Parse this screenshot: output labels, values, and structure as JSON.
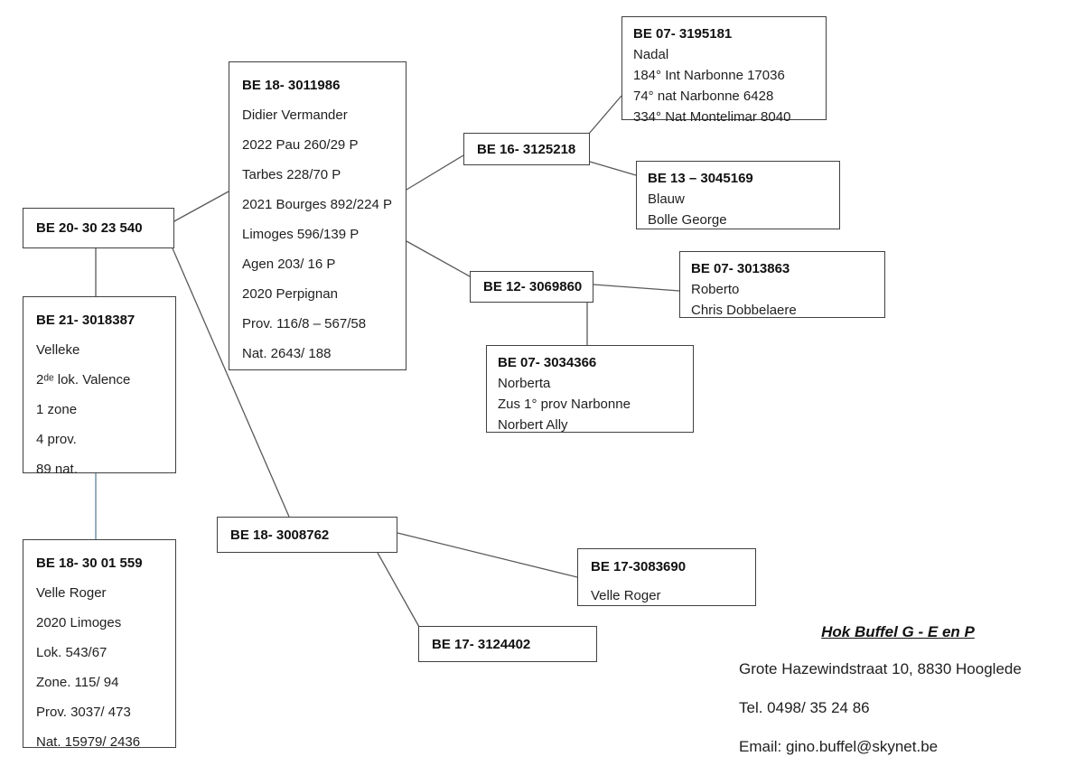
{
  "palette": {
    "box_border": "#404040",
    "connector": "#595959",
    "connector_alt": "#7d9bac",
    "text": "#1a1a1a"
  },
  "boxes": {
    "be20": {
      "title": "BE 20- 30 23 540"
    },
    "be21": {
      "title": "BE 21- 3018387",
      "lines": [
        "Velleke",
        "2ᵈᵉ lok. Valence",
        "1 zone",
        "4 prov.",
        "89 nat."
      ]
    },
    "be18_left": {
      "title": "BE 18- 30 01 559",
      "lines": [
        "Velle Roger",
        "2020 Limoges",
        "Lok. 543/67",
        "Zone. 115/ 94",
        "Prov. 3037/ 473",
        "Nat. 15979/ 2436"
      ]
    },
    "be18_mid": {
      "title": "BE 18- 3011986",
      "lines": [
        "Didier Vermander",
        "2022 Pau 260/29 P",
        "Tarbes 228/70 P",
        "2021 Bourges 892/224 P",
        "Limoges 596/139 P",
        "Agen 203/ 16 P",
        "2020 Perpignan",
        "Prov. 116/8 – 567/58",
        "Nat. 2643/ 188"
      ]
    },
    "be16": {
      "title": "BE 16- 3125218"
    },
    "be07_nadal": {
      "title": "BE 07- 3195181",
      "lines": [
        "Nadal",
        "184° Int Narbonne 17036",
        "74° nat Narbonne 6428",
        "334° Nat Montelimar 8040"
      ]
    },
    "be13": {
      "title": "BE 13 – 3045169",
      "lines": [
        "Blauw",
        "Bolle George"
      ]
    },
    "be12": {
      "title": "BE 12- 3069860"
    },
    "be07_roberto": {
      "title": "BE 07- 3013863",
      "lines": [
        "Roberto",
        "Chris Dobbelaere"
      ]
    },
    "be07_norberta": {
      "title": "BE 07- 3034366",
      "lines": [
        "Norberta",
        "Zus 1° prov Narbonne",
        "Norbert Ally"
      ]
    },
    "be18_3008762": {
      "title": "BE 18- 3008762"
    },
    "be17_3083690": {
      "title": "BE 17-3083690",
      "lines": [
        "Velle Roger"
      ]
    },
    "be17_3124402": {
      "title": "BE 17- 3124402"
    }
  },
  "footer": {
    "title": "Hok Buffel G - E en P",
    "address": "Grote Hazewindstraat 10, 8830 Hooglede",
    "phone": "Tel. 0498/ 35 24 86",
    "email": "Email: gino.buffel@skynet.be"
  }
}
